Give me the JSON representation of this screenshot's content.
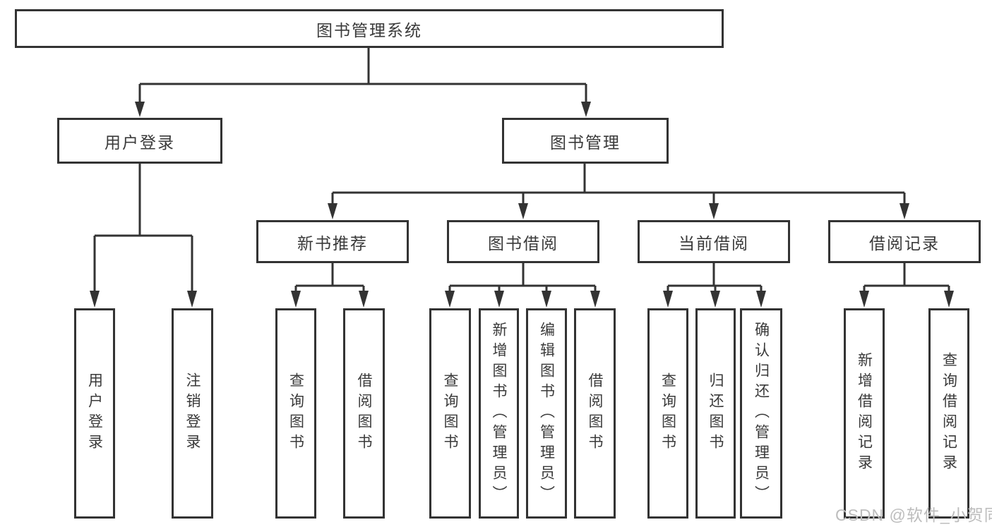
{
  "diagram": {
    "type": "hierarchy-tree",
    "title": "图书管理系统",
    "nodes": {
      "root": {
        "label": "图书管理系统"
      },
      "user_login": {
        "label": "用户登录"
      },
      "book_mgmt": {
        "label": "图书管理"
      },
      "new_books": {
        "label": "新书推荐"
      },
      "book_borrow": {
        "label": "图书借阅"
      },
      "current_borrow": {
        "label": "当前借阅"
      },
      "borrow_records": {
        "label": "借阅记录"
      },
      "leaf_user_login": {
        "label": "用户登录"
      },
      "leaf_logout": {
        "label": "注销登录"
      },
      "leaf_nb_query": {
        "label": "查询图书"
      },
      "leaf_nb_borrow": {
        "label": "借阅图书"
      },
      "leaf_bb_query": {
        "label": "查询图书"
      },
      "leaf_bb_add": {
        "label": "新增图书（管理员）"
      },
      "leaf_bb_edit": {
        "label": "编辑图书（管理员）"
      },
      "leaf_bb_borrow": {
        "label": "借阅图书"
      },
      "leaf_cb_query": {
        "label": "查询图书"
      },
      "leaf_cb_return": {
        "label": "归还图书"
      },
      "leaf_cb_confirm": {
        "label": "确认归还（管理员）"
      },
      "leaf_br_add": {
        "label": "新增借阅记录"
      },
      "leaf_br_query": {
        "label": "查询借阅记录"
      }
    },
    "edges": [
      [
        "root",
        "user_login"
      ],
      [
        "root",
        "book_mgmt"
      ],
      [
        "user_login",
        "leaf_user_login"
      ],
      [
        "user_login",
        "leaf_logout"
      ],
      [
        "book_mgmt",
        "new_books"
      ],
      [
        "book_mgmt",
        "book_borrow"
      ],
      [
        "book_mgmt",
        "current_borrow"
      ],
      [
        "book_mgmt",
        "borrow_records"
      ],
      [
        "new_books",
        "leaf_nb_query"
      ],
      [
        "new_books",
        "leaf_nb_borrow"
      ],
      [
        "book_borrow",
        "leaf_bb_query"
      ],
      [
        "book_borrow",
        "leaf_bb_add"
      ],
      [
        "book_borrow",
        "leaf_bb_edit"
      ],
      [
        "book_borrow",
        "leaf_bb_borrow"
      ],
      [
        "current_borrow",
        "leaf_cb_query"
      ],
      [
        "current_borrow",
        "leaf_cb_return"
      ],
      [
        "current_borrow",
        "leaf_cb_confirm"
      ],
      [
        "borrow_records",
        "leaf_br_add"
      ],
      [
        "borrow_records",
        "leaf_br_query"
      ]
    ],
    "watermark": "CSDN @软件_小贺同学",
    "colors": {
      "line": "#333333",
      "text": "#3a3a3a",
      "background": "#ffffff",
      "watermark": "#bdbdbd"
    }
  }
}
